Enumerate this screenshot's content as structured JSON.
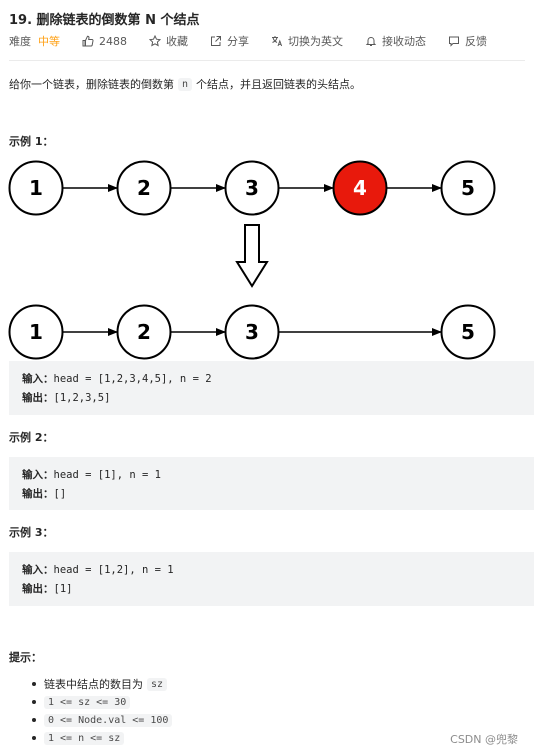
{
  "header": {
    "title": "19. 删除链表的倒数第 N 个结点",
    "difficulty_label": "难度",
    "difficulty": "中等",
    "likes": "2488",
    "favorite": "收藏",
    "share": "分享",
    "translate": "切换为英文",
    "notify": "接收动态",
    "feedback": "反馈"
  },
  "description": {
    "before": "给你一个链表，删除链表的倒数第",
    "code": "n",
    "after": "个结点，并且返回链表的头结点。"
  },
  "examples": [
    {
      "title": "示例 1：",
      "input_label": "输入：",
      "input": "head = [1,2,3,4,5], n = 2",
      "output_label": "输出：",
      "output": "[1,2,3,5]"
    },
    {
      "title": "示例 2：",
      "input_label": "输入：",
      "input": "head = [1], n = 1",
      "output_label": "输出：",
      "output": "[]"
    },
    {
      "title": "示例 3：",
      "input_label": "输入：",
      "input": "head = [1,2], n = 1",
      "output_label": "输出：",
      "output": "[1]"
    }
  ],
  "diagram": {
    "before_nodes": [
      "1",
      "2",
      "3",
      "4",
      "5"
    ],
    "after_nodes": [
      "1",
      "2",
      "3",
      "5"
    ],
    "highlight_color": "#e8190c"
  },
  "hints": {
    "title": "提示：",
    "item1_text": "链表中结点的数目为",
    "item1_code": "sz",
    "item2": "1 <= sz <= 30",
    "item3": "0 <= Node.val <= 100",
    "item4": "1 <= n <= sz"
  },
  "watermark": "CSDN @兜黎"
}
